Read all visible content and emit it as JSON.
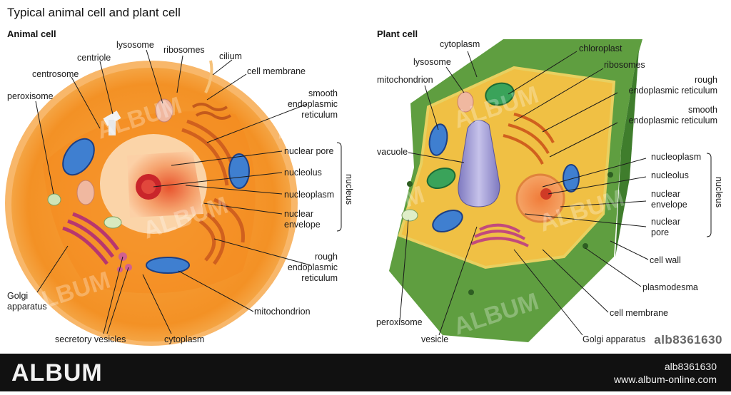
{
  "header": {
    "title": "Typical animal cell and plant cell",
    "animal_heading": "Animal cell",
    "plant_heading": "Plant cell"
  },
  "animal_labels": {
    "lysosome": "lysosome",
    "ribosomes": "ribosomes",
    "cilium": "cilium",
    "centriole": "centriole",
    "cell_membrane": "cell membrane",
    "centrosome": "centrosome",
    "smooth_er": "smooth\nendoplasmic\nreticulum",
    "peroxisome": "peroxisome",
    "nuclear_pore": "nuclear pore",
    "nucleolus": "nucleolus",
    "nucleoplasm": "nucleoplasm",
    "nuclear_envelope": "nuclear\nenvelope",
    "nucleus_group": "nucleus",
    "rough_er": "rough\nendoplasmic\nreticulum",
    "golgi": "Golgi\napparatus",
    "mitochondrion": "mitochondrion",
    "secretory_vesicles": "secretory vesicles",
    "cytoplasm": "cytoplasm"
  },
  "plant_labels": {
    "cytoplasm": "cytoplasm",
    "chloroplast": "chloroplast",
    "lysosome": "lysosome",
    "ribosomes": "ribosomes",
    "mitochondrion": "mitochondrion",
    "rough_er": "rough\nendoplasmic reticulum",
    "smooth_er": "smooth\nendoplasmic reticulum",
    "vacuole": "vacuole",
    "nucleoplasm": "nucleoplasm",
    "nucleolus": "nucleolus",
    "nuclear_envelope": "nuclear\nenvelope",
    "nuclear_pore": "nuclear\npore",
    "nucleus_group": "nucleus",
    "cell_wall": "cell wall",
    "plasmodesma": "plasmodesma",
    "cell_membrane": "cell membrane",
    "peroxisome": "peroxisome",
    "vesicle": "vesicle",
    "golgi": "Golgi apparatus"
  },
  "watermark": {
    "corner_id": "alb8361630",
    "footer_logo": "ALBUM",
    "footer_id": "alb8361630",
    "footer_url": "www.album-online.com",
    "overlay_text": "ALBUM"
  },
  "colors": {
    "animal_outer": "#f7a43a",
    "animal_cyto": "#f39a2e",
    "nucleus": "#fbb98a",
    "nucleolus": "#d8302a",
    "mito": "#3f7fd0",
    "golgi": "#c24a7c",
    "plant_wall": "#6aa64a",
    "plant_cyto": "#f2c24a",
    "vacuole": "#9a96cf",
    "chloroplast": "#3aa35a",
    "footer": "#111111"
  }
}
